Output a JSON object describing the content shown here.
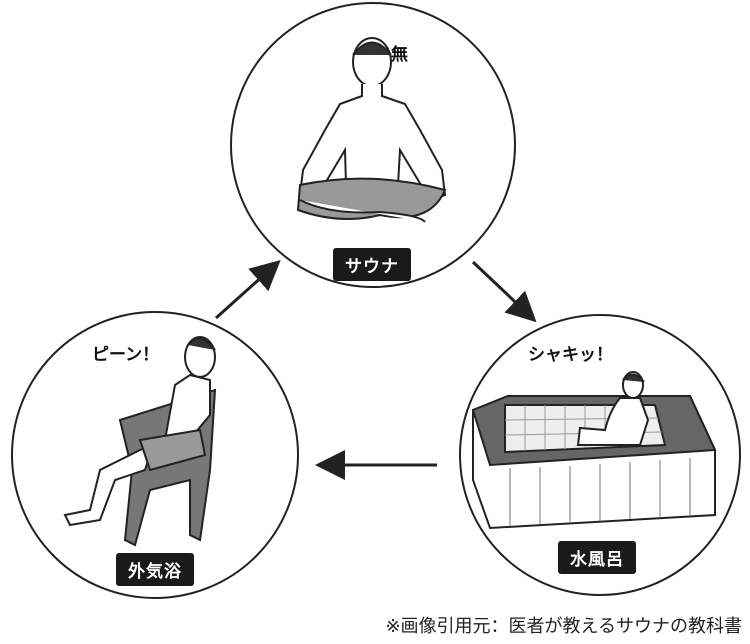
{
  "stages": [
    {
      "name": "sauna",
      "label": "サウナ",
      "exclamation": "無"
    },
    {
      "name": "cold-bath",
      "label": "水風呂",
      "exclamation": "シャキッ！"
    },
    {
      "name": "outdoor-rest",
      "label": "外気浴",
      "exclamation": "ピーン！"
    }
  ],
  "caption": "※画像引用元：医者が教えるサウナの教科書"
}
